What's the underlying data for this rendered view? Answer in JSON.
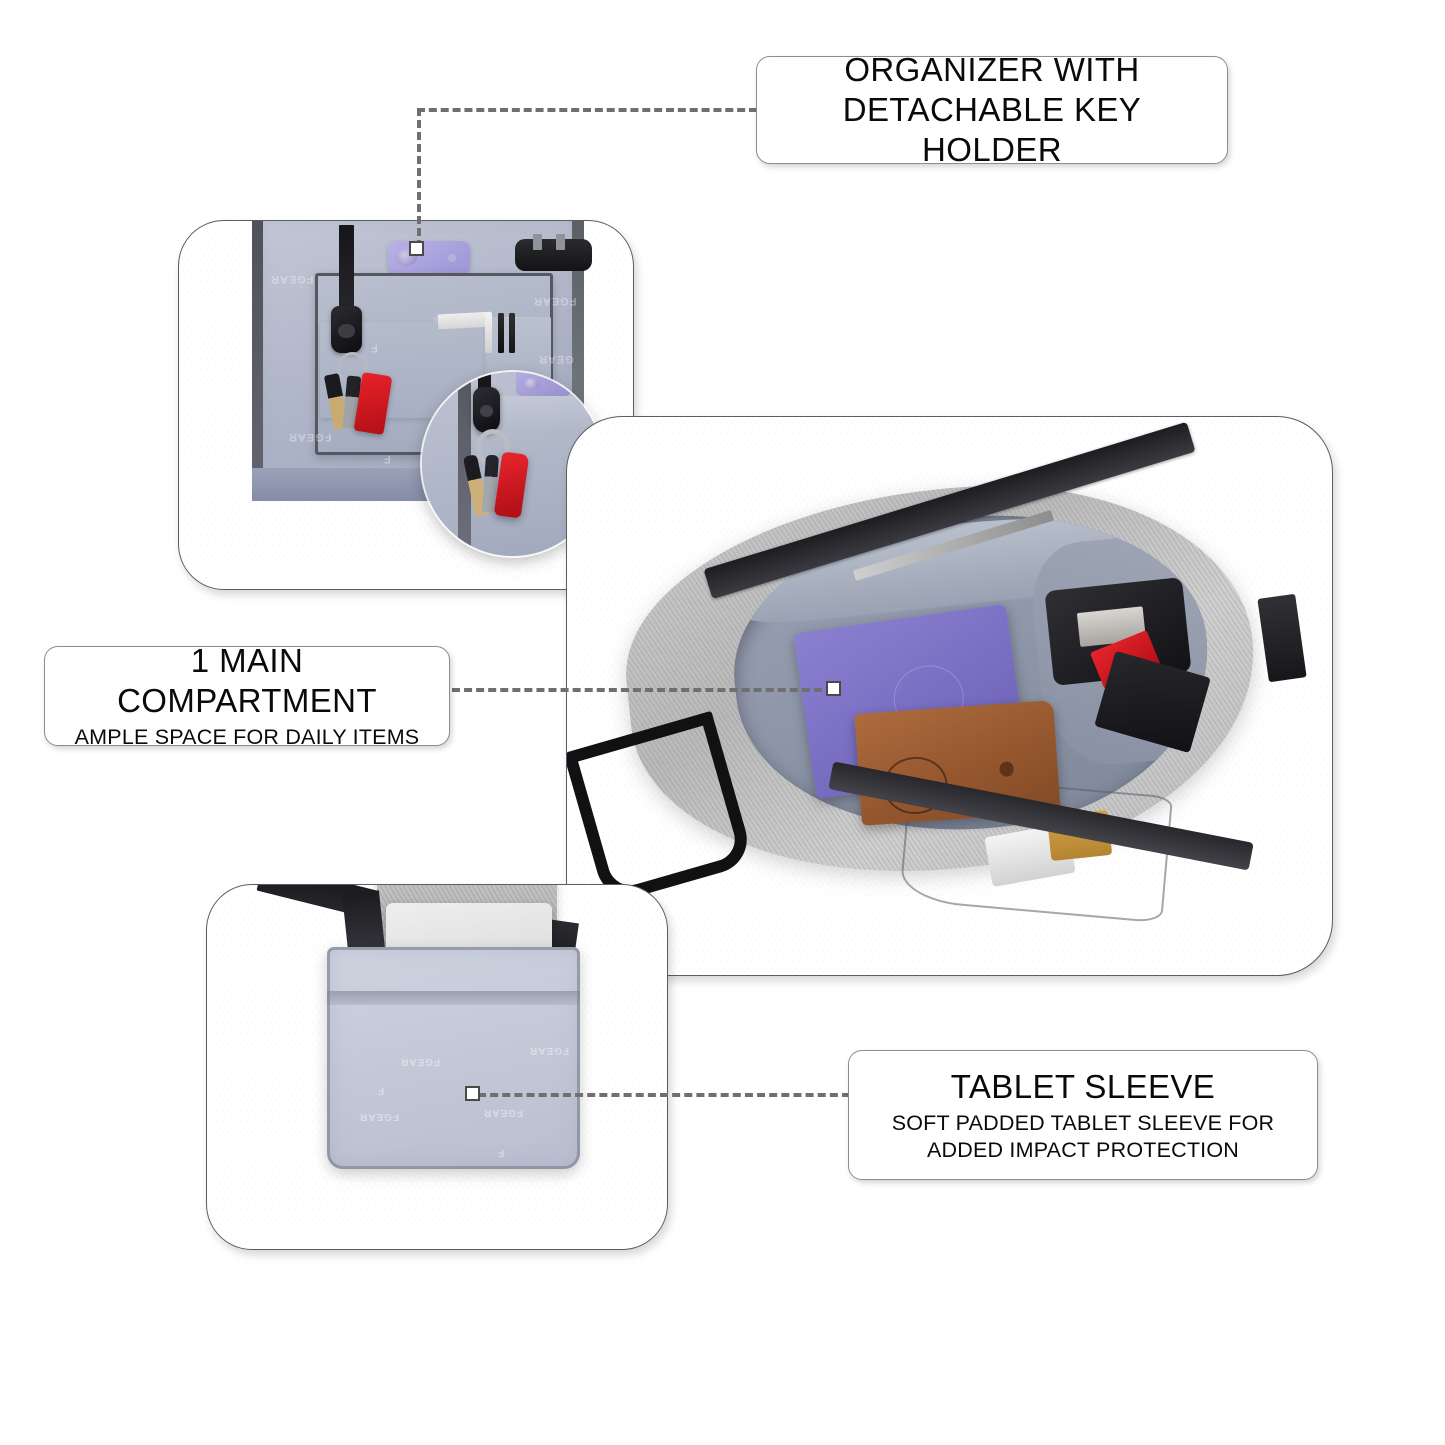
{
  "page": {
    "type": "product-feature-infographic",
    "product": "grey sling crossbody bag",
    "background_color": "#ffffff",
    "panel_texture": "chevron-zigzag",
    "panel_texture_color": "#f0f0f0",
    "connector_color": "#6f6f6f",
    "label_border_color": "#8d8d8d",
    "text_color": "#0a0a0a"
  },
  "features": [
    {
      "id": "organizer",
      "title": "ORGANIZER WITH\nDETACHABLE KEY HOLDER",
      "subtitle": "",
      "panel_caption": "Close-up of internal organizer panel with detachable key holder clip, keys on ring with red key fob, smartphone in slot, pens and charger",
      "marker": "connector-endpoint-square",
      "watermarks": [
        "FGEAR",
        "FGEAR",
        "F",
        "FGEAR",
        "GEAR",
        "F"
      ],
      "magnifier_caption": "Circular zoom inset on detachable key holder and keys"
    },
    {
      "id": "main-compartment",
      "title": "1 MAIN COMPARTMENT",
      "subtitle": "AMPLE SPACE FOR DAILY ITEMS",
      "panel_caption": "Grey herringbone sling bag unzipped showing purple notebook, brown leather Ray-Ban case, power adapter, keys with red fob, and bottles",
      "marker": "connector-endpoint-square"
    },
    {
      "id": "tablet-sleeve",
      "title": "TABLET SLEEVE",
      "subtitle": "SOFT PADDED TABLET SLEEVE FOR\nADDED IMPACT PROTECTION",
      "panel_caption": "Padded light grey interior sleeve holding a silver tablet with Apple logo, bag flap open above",
      "marker": "connector-endpoint-square",
      "watermarks": [
        "FGEAR",
        "FGEAR",
        "FGEAR",
        "FGEAR",
        "F",
        "F"
      ]
    }
  ]
}
